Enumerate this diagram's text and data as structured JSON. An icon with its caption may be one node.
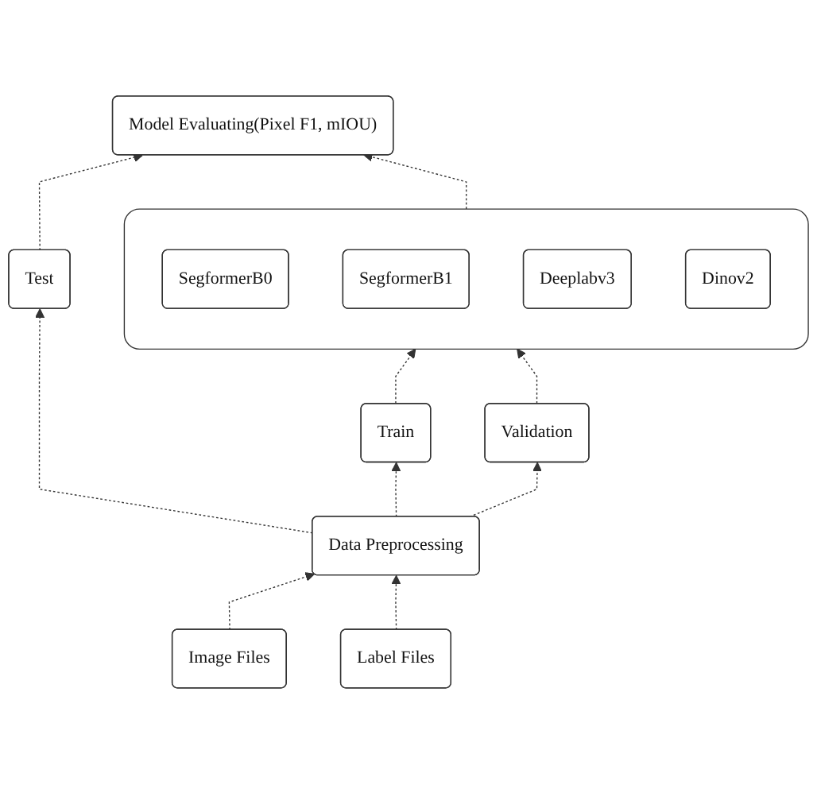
{
  "diagram": {
    "nodes": [
      {
        "text": [
          "Model Evaluating(Pixel F1, mIOU)"
        ]
      },
      {
        "text": [],
        "shape": "box"
      },
      {
        "text": [
          "SegformerB0"
        ],
        "in": 1
      },
      {
        "text": [
          "SegformerB1"
        ],
        "in": 1
      },
      {
        "text": [
          "Deeplabv3"
        ],
        "in": 1
      },
      {
        "text": [
          "Dinov2"
        ],
        "in": 1
      },
      {
        "text": [
          "Train"
        ]
      },
      {
        "text": [
          "Validation"
        ]
      },
      {
        "text": [
          "Test"
        ]
      },
      {
        "text": [
          "Data Preprocessing"
        ]
      },
      {
        "text": [
          "Image Files"
        ]
      },
      {
        "text": [
          "Label Files"
        ]
      }
    ],
    "edges": [
      {
        "from": 10,
        "to": 9,
        "arrow": "to",
        "style": "dashed"
      },
      {
        "from": 11,
        "to": 9,
        "arrow": "to",
        "style": "dashed"
      },
      {
        "from": 9,
        "to": 6,
        "arrow": "to",
        "style": "dashed"
      },
      {
        "from": 9,
        "to": 7,
        "arrow": "to",
        "style": "dashed"
      },
      {
        "from": 9,
        "to": 8,
        "arrow": "to",
        "style": "dashed"
      },
      {
        "from": 6,
        "to": 1,
        "arrow": "to",
        "style": "dashed"
      },
      {
        "from": 7,
        "to": 1,
        "arrow": "to",
        "style": "dashed"
      },
      {
        "from": 1,
        "to": 0,
        "arrow": "to",
        "style": "dashed"
      },
      {
        "from": 8,
        "to": 0,
        "arrow": "to",
        "style": "dashed"
      }
    ]
  }
}
